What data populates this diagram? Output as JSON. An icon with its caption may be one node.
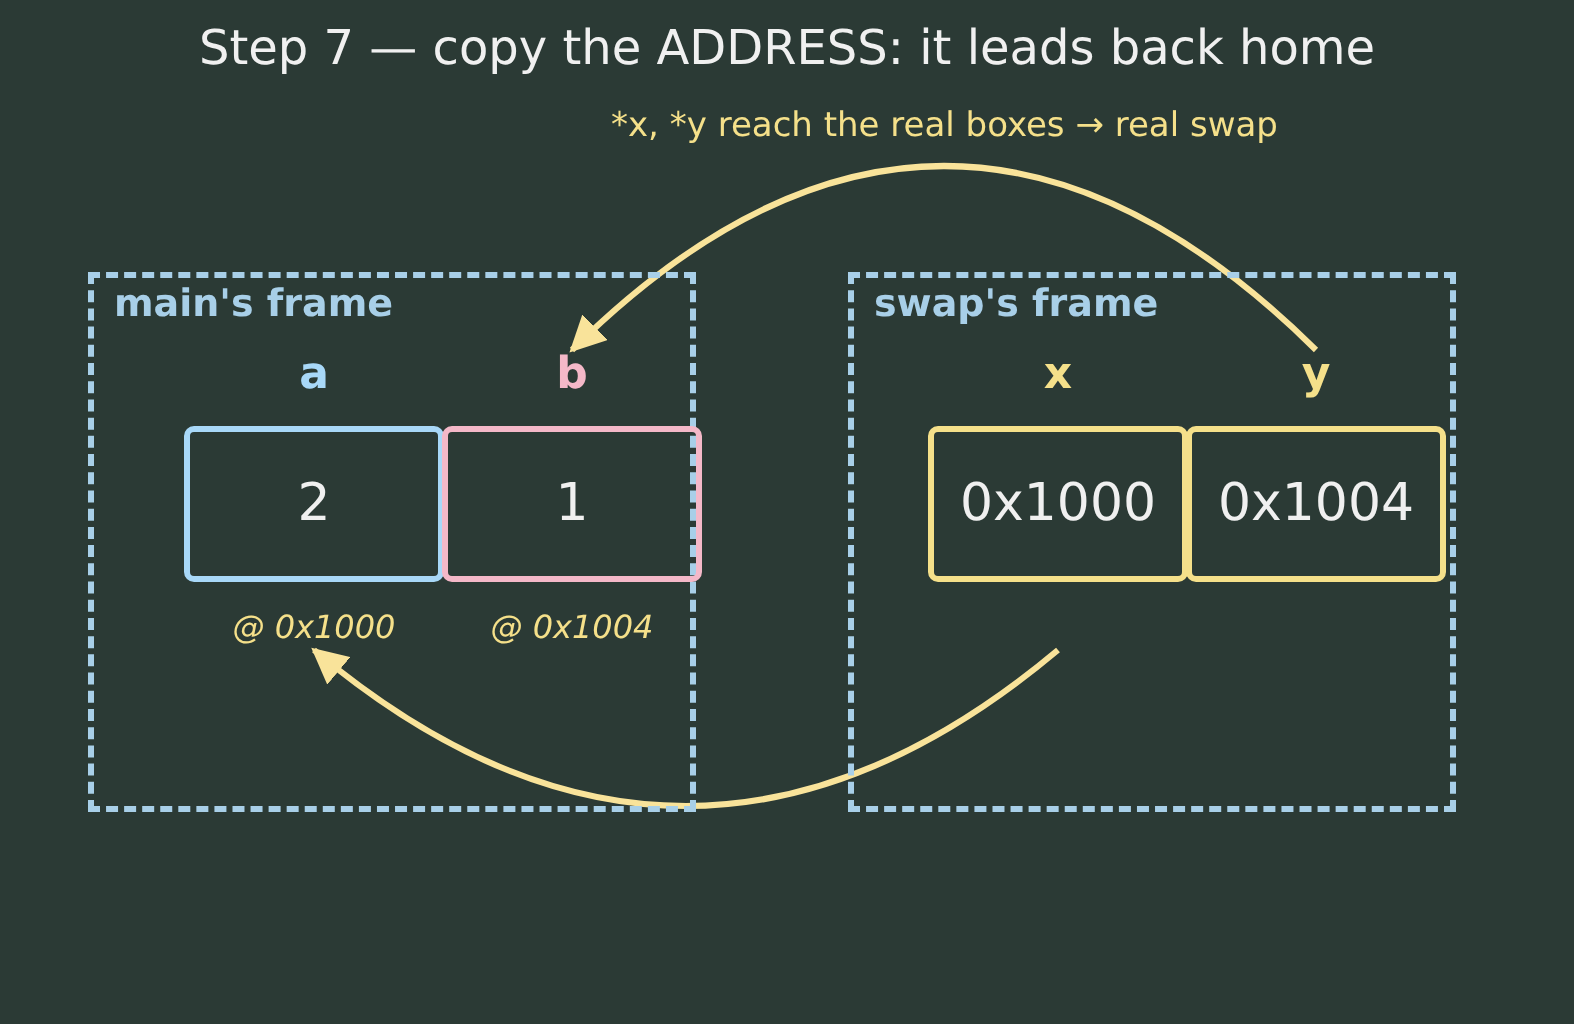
{
  "diagram": {
    "title": "Step 7 — copy the ADDRESS: it leads back home",
    "nodes": [
      {
        "text": [
          "main's frame"
        ]
      },
      {
        "text": [
          "a",
          "2"
        ],
        "in": 0,
        "beside": [
          "@ 0x1000"
        ]
      },
      {
        "text": [
          "b",
          "1"
        ],
        "in": 0,
        "beside": [
          "@ 0x1004"
        ]
      },
      {
        "text": [
          "swap's frame"
        ]
      },
      {
        "text": [
          "x",
          "0x1000"
        ],
        "in": 3
      },
      {
        "text": [
          "y",
          "0x1004"
        ],
        "in": 3
      }
    ],
    "edges": [
      {
        "from": 5,
        "to": 2,
        "arrow": "to",
        "label": "*x, *y reach the real boxes → real swap"
      },
      {
        "from": 4,
        "to": 1,
        "arrow": "to"
      }
    ]
  }
}
